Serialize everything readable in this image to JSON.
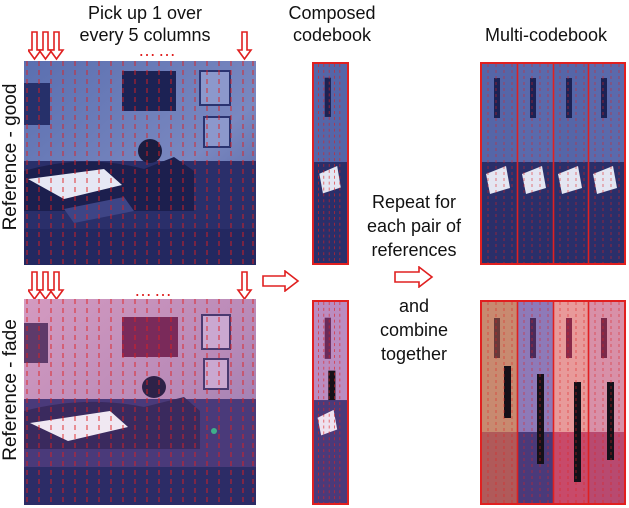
{
  "labels": {
    "pick_line1": "Pick up 1 over",
    "pick_line2": "every 5 columns",
    "composed_line1": "Composed",
    "composed_line2": "codebook",
    "multi": "Multi-codebook",
    "ref_good": "Reference - good",
    "ref_fade": "Reference - fade",
    "repeat_line1": "Repeat for",
    "repeat_line2": "each pair of",
    "repeat_line3": "references",
    "combine_line1": "and",
    "combine_line2": "combine",
    "combine_line3": "together",
    "ellipsis": "……"
  },
  "colors": {
    "accent_red": "#e02020",
    "good_tone": "#3b4a8a",
    "fade_tone": "#b06a9a"
  }
}
